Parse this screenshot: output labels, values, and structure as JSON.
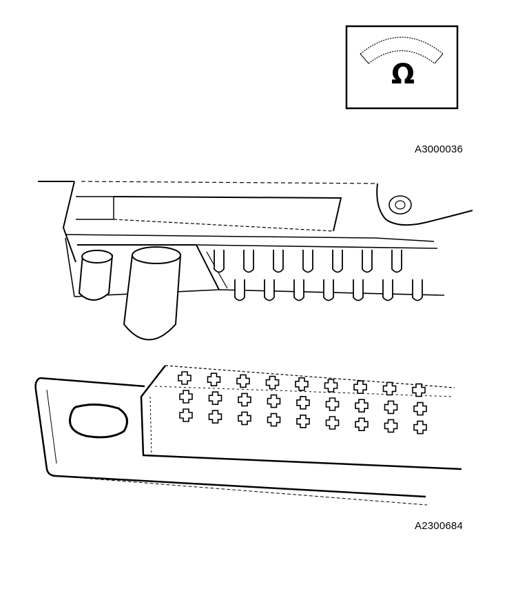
{
  "meter_icon": {
    "symbol": "Ω",
    "icon": "ohmmeter-icon"
  },
  "figures": {
    "top_code": "A3000036",
    "bottom_code": "A2300684"
  },
  "connector": {
    "socket_rows": 3,
    "sockets_per_row": 9,
    "pin_count_top_row": 7,
    "pin_count_bottom_row": 7
  }
}
